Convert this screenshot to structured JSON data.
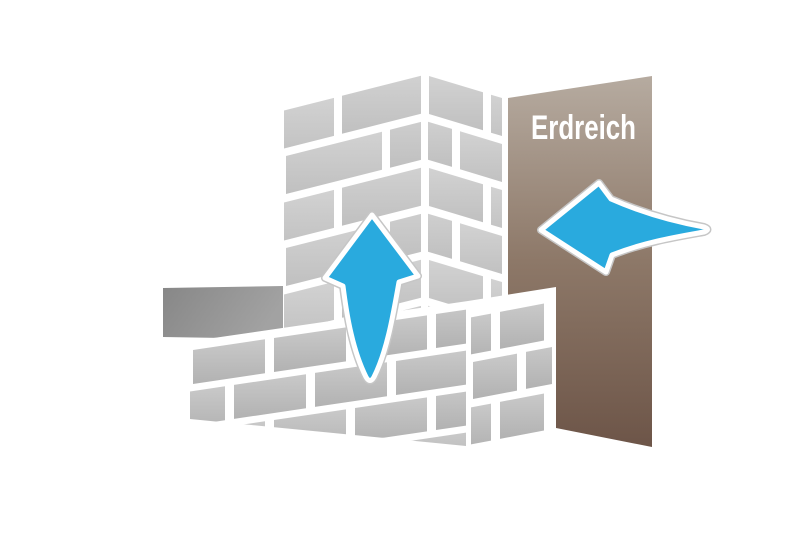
{
  "diagram": {
    "soil_label": "Erdreich",
    "arrows": [
      {
        "name": "rising-damp-arrow",
        "direction": "up"
      },
      {
        "name": "soil-moisture-arrow",
        "direction": "left"
      }
    ],
    "colors": {
      "background": "#ffffff",
      "mortar": "#ffffff",
      "arrow_blue": "#29aade",
      "arrow_outline": "#ffffff",
      "arrow_outer_edge": "#c6c6c6",
      "soil_top": "#b6aba0",
      "soil_mid": "#8d7868",
      "soil_bottom": "#6d5548",
      "brick_light": "#d2d2d2",
      "brick_dark": "#c0c0c0",
      "brick_low_light": "#c9c9c9",
      "brick_low_dark": "#b2b2b2",
      "back_panel_dark": "#878787",
      "back_panel_light": "#a2a2a2",
      "label_text": "#ffffff"
    }
  }
}
